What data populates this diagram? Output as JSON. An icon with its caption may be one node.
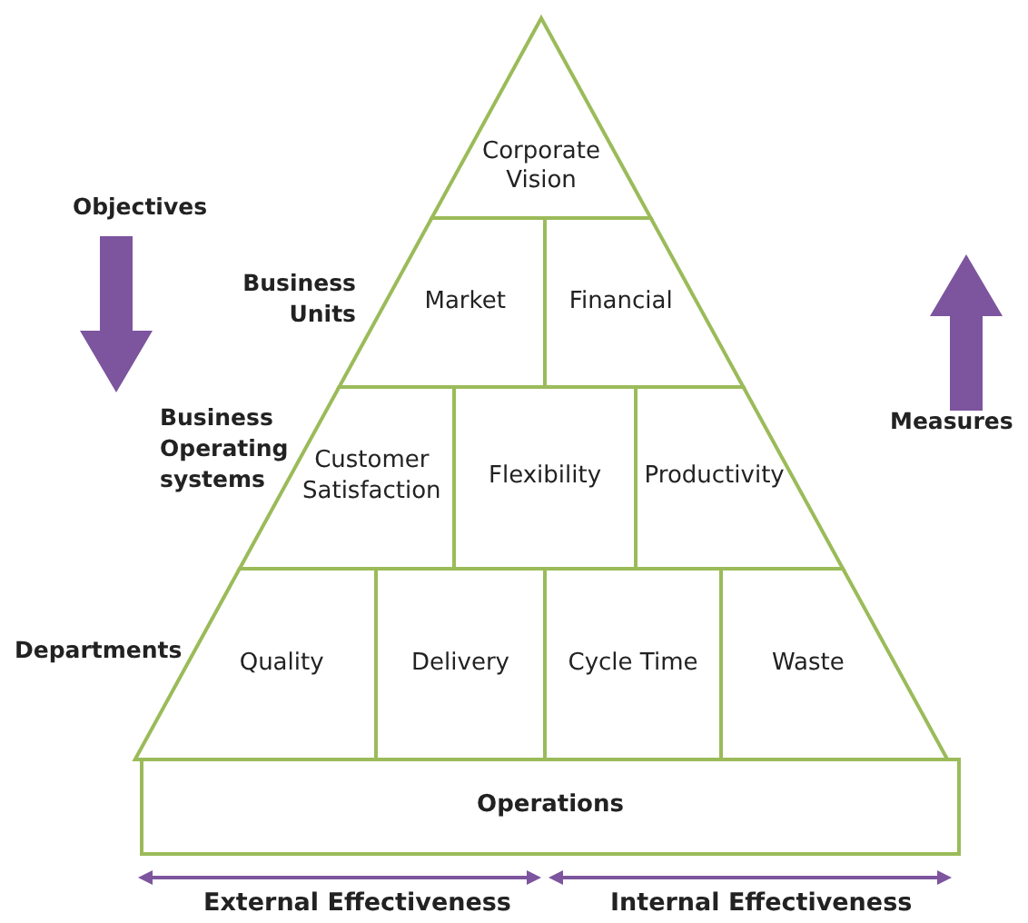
{
  "diagram": {
    "nodes": [
      {
        "text": [
          "Corporate Vision"
        ]
      },
      {
        "text": [
          "Market"
        ]
      },
      {
        "text": [
          "Financial"
        ]
      },
      {
        "text": [
          "Customer Satisfaction"
        ]
      },
      {
        "text": [
          "Flexibility"
        ]
      },
      {
        "text": [
          "Productivity"
        ]
      },
      {
        "text": [
          "Quality"
        ]
      },
      {
        "text": [
          "Delivery"
        ]
      },
      {
        "text": [
          "Cycle Time"
        ]
      },
      {
        "text": [
          "Waste"
        ]
      },
      {
        "text": [
          "Operations"
        ]
      }
    ],
    "labels": [
      "Objectives",
      "Business Units",
      "Business Operating systems",
      "Departments",
      "Measures",
      "External Effectiveness",
      "Internal Effectiveness"
    ]
  }
}
